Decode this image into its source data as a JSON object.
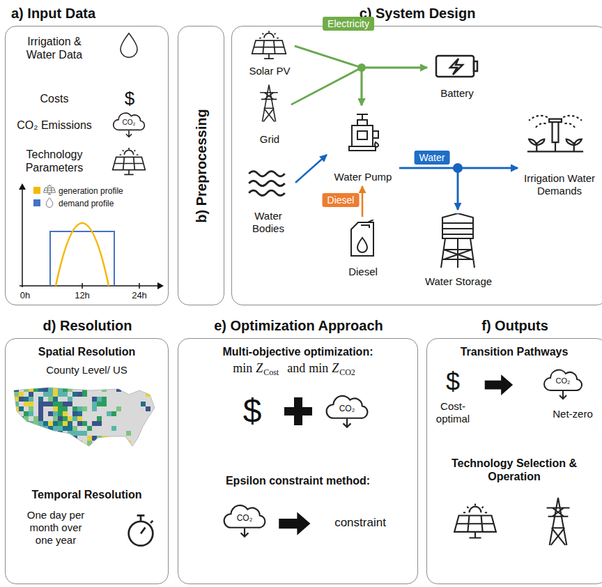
{
  "diagram": {
    "nodes": [
      {
        "text": [
          "a) Input Data"
        ]
      },
      {
        "text": [
          "b) Preprocessing"
        ]
      },
      {
        "text": [
          "c) System Design"
        ]
      },
      {
        "text": [
          "Solar PV"
        ],
        "in": 2
      },
      {
        "text": [
          "Grid"
        ],
        "in": 2
      },
      {
        "text": [
          "Water Bodies"
        ],
        "in": 2
      },
      {
        "text": [
          "Water Pump"
        ],
        "in": 2
      },
      {
        "text": [
          "Diesel"
        ],
        "in": 2
      },
      {
        "text": [
          "Battery"
        ],
        "in": 2
      },
      {
        "text": [
          "Water Storage"
        ],
        "in": 2
      },
      {
        "text": [
          "Irrigation Water Demands"
        ],
        "in": 2
      },
      {
        "text": [
          "d) Resolution"
        ]
      },
      {
        "text": [
          "e) Optimization Approach"
        ]
      },
      {
        "text": [
          "f) Outputs"
        ]
      }
    ],
    "edges": [
      {
        "from": 3,
        "to": 6,
        "arrow": "to",
        "label": "Electricity"
      },
      {
        "from": 4,
        "to": 6,
        "arrow": "to"
      },
      {
        "from": 3,
        "to": 8,
        "arrow": "to"
      },
      {
        "from": 4,
        "to": 8,
        "arrow": "to"
      },
      {
        "from": 8,
        "to": 6,
        "arrow": "to"
      },
      {
        "from": 5,
        "to": 6,
        "arrow": "to"
      },
      {
        "from": 7,
        "to": 6,
        "arrow": "to",
        "label": "Diesel"
      },
      {
        "from": 6,
        "to": 10,
        "arrow": "to",
        "label": "Water"
      },
      {
        "from": 6,
        "to": 9,
        "arrow": "to"
      },
      {
        "from": 9,
        "to": 10,
        "arrow": "to"
      }
    ],
    "labels": [
      "Irrigation & Water Data",
      "Costs",
      "$",
      "CO₂ Emissions",
      "CO₂",
      "Technology Parameters",
      "0h",
      "12h",
      "24h",
      "Spatial Resolution",
      "County Level/ US",
      "Temporal Resolution",
      "One day per month over one year",
      "Multi-objective optimization:",
      "min",
      "Z",
      "Cost",
      "and",
      "min",
      "Z",
      "CO2",
      "$",
      "CO₂",
      "Epsilon constraint method:",
      "CO₂",
      "constraint",
      "Transition Pathways",
      "$",
      "Cost-optimal",
      "CO₂",
      "Net-zero",
      "Technology Selection & Operation"
    ],
    "legend": [
      {
        "text": "generation profile",
        "color": "#f5b800"
      },
      {
        "text": "demand profile",
        "color": "#4472c4"
      }
    ]
  }
}
